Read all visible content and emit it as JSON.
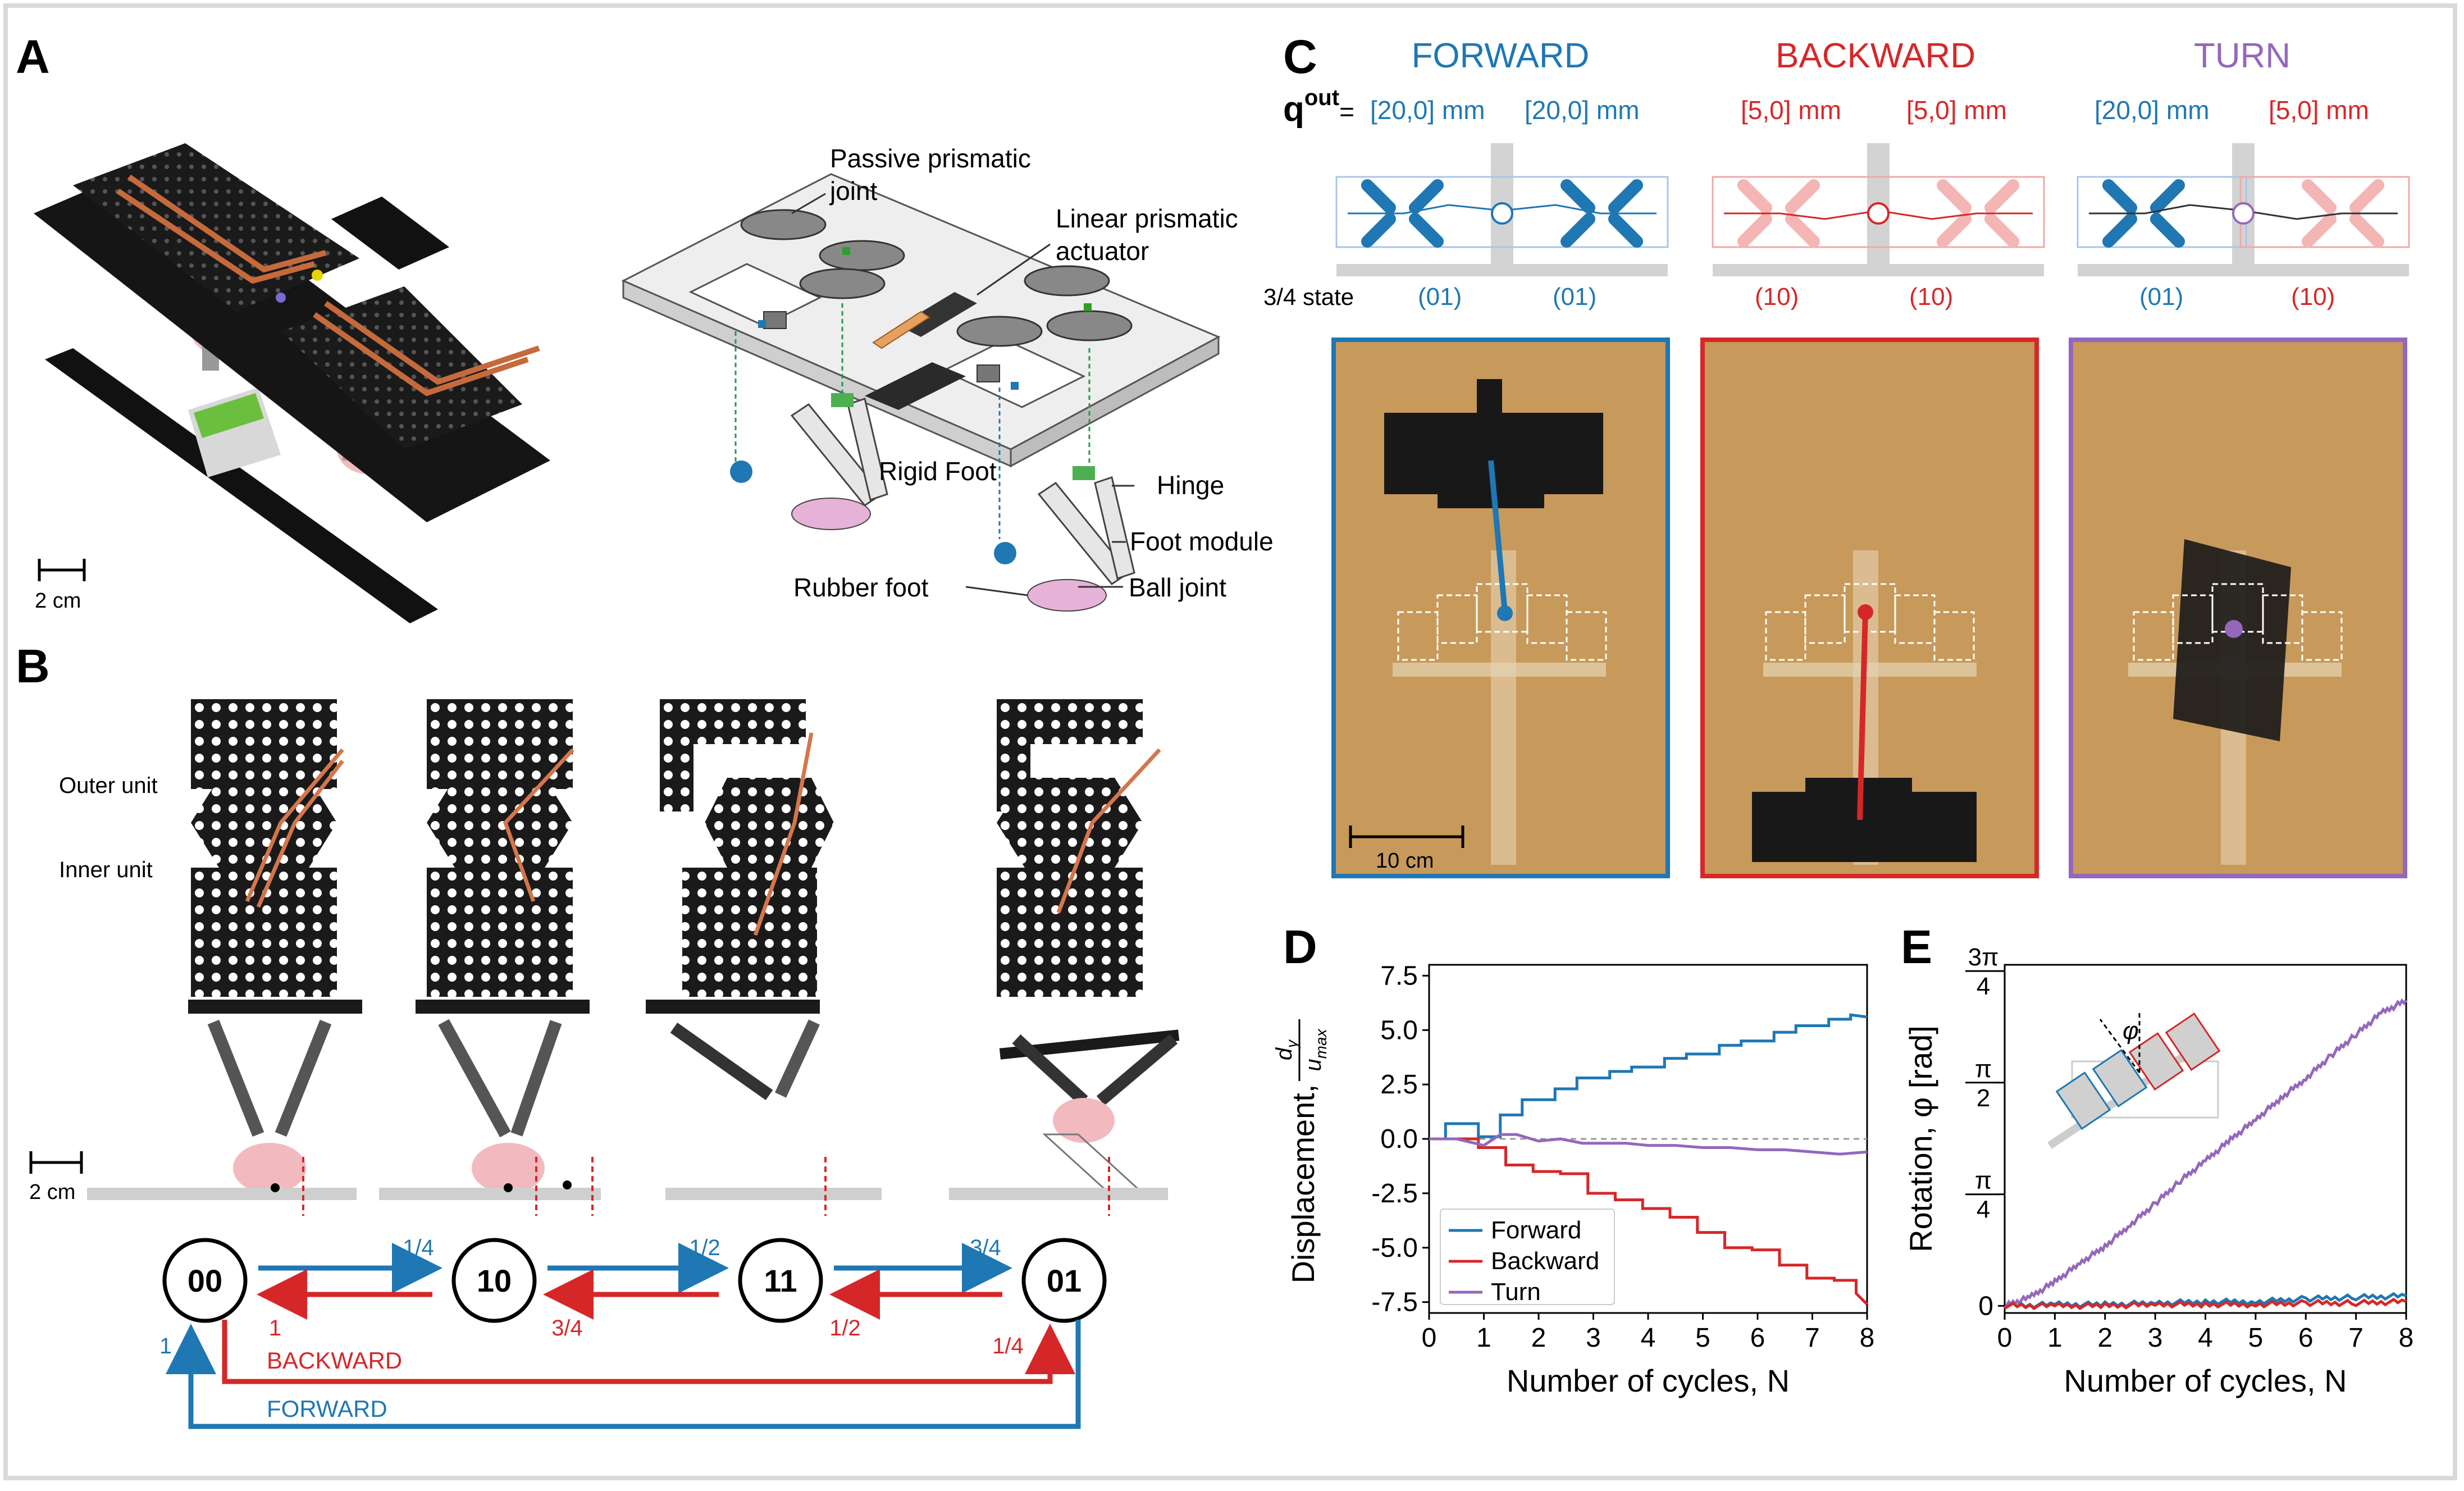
{
  "panels": {
    "A": "A",
    "B": "B",
    "C": "C",
    "D": "D",
    "E": "E"
  },
  "colors": {
    "forward": "#1f77b4",
    "backward": "#d62728",
    "turn": "#9467bd",
    "gray": "#c9c9c9",
    "bg_photo": "#c99a52"
  },
  "panelA": {
    "scale_label": "2 cm",
    "labels": {
      "passive": "Passive prismatic joint",
      "actuator": "Linear prismatic actuator",
      "rigid_foot": "Rigid Foot",
      "hinge": "Hinge",
      "foot_module": "Foot module",
      "rubber_foot": "Rubber foot",
      "ball_joint": "Ball joint"
    }
  },
  "panelB": {
    "outer": "Outer unit",
    "inner": "Inner unit",
    "scale_label": "2 cm",
    "states": [
      "00",
      "10",
      "11",
      "01"
    ],
    "forward_labels": [
      "1/4",
      "1/2",
      "3/4",
      "1"
    ],
    "backward_labels": [
      "1",
      "3/4",
      "1/2",
      "1/4"
    ],
    "forward_text": "FORWARD",
    "backward_text": "BACKWARD"
  },
  "panelC": {
    "titles": [
      "FORWARD",
      "BACKWARD",
      "TURN"
    ],
    "qout_symbol": "q",
    "qout_sup": "out",
    "qout_eq": "=",
    "forward_q": [
      "[20,0] mm",
      "[20,0]  mm"
    ],
    "backward_q": [
      "[5,0] mm",
      "[5,0] mm"
    ],
    "turn_q": [
      "[20,0] mm",
      "[5,0] mm"
    ],
    "state_label": "3/4 state",
    "forward_states": [
      "(01)",
      "(01)"
    ],
    "backward_states": [
      "(10)",
      "(10)"
    ],
    "turn_states": [
      "(01)",
      "(10)"
    ],
    "scale_label": "10 cm"
  },
  "chart_data": [
    {
      "type": "line",
      "panel": "D",
      "xlabel": "Number of cycles, N",
      "ylabel": "Displacement,",
      "ylabel_fraction": {
        "num": "d",
        "num_sub": "y",
        "den": "u",
        "den_sub": "max"
      },
      "xlim": [
        0,
        8
      ],
      "ylim": [
        -8,
        8
      ],
      "xticks": [
        0,
        1,
        2,
        3,
        4,
        5,
        6,
        7,
        8
      ],
      "yticks": [
        7.5,
        5.0,
        2.5,
        0.0,
        -2.5,
        -5.0,
        -7.5
      ],
      "ytick_labels": [
        "7.5",
        "5.0",
        "2.5",
        "0.0",
        "-2.5",
        "-5.0",
        "-7.5"
      ],
      "legend_position": "bottom-left",
      "reference_line": 0,
      "series": [
        {
          "name": "Forward",
          "color": "#1f77b4",
          "x": [
            0,
            0.3,
            0.3,
            0.9,
            0.9,
            1.3,
            1.3,
            1.7,
            1.7,
            2.3,
            2.3,
            2.7,
            2.7,
            3.3,
            3.3,
            3.7,
            3.7,
            4.3,
            4.3,
            4.7,
            4.7,
            5.3,
            5.3,
            5.7,
            5.7,
            6.3,
            6.3,
            6.7,
            6.7,
            7.3,
            7.3,
            7.7,
            7.7,
            8.0
          ],
          "y": [
            0,
            0,
            0.7,
            0.7,
            0.1,
            0.1,
            1.1,
            1.1,
            1.8,
            1.8,
            2.3,
            2.3,
            2.8,
            2.8,
            3.1,
            3.1,
            3.3,
            3.3,
            3.7,
            3.7,
            3.9,
            3.9,
            4.3,
            4.3,
            4.5,
            4.5,
            4.9,
            4.9,
            5.2,
            5.2,
            5.5,
            5.5,
            5.7,
            5.6
          ]
        },
        {
          "name": "Backward",
          "color": "#d62728",
          "x": [
            0,
            0.9,
            0.9,
            1.4,
            1.4,
            1.9,
            1.9,
            2.4,
            2.4,
            2.9,
            2.9,
            3.4,
            3.4,
            3.9,
            3.9,
            4.4,
            4.4,
            4.9,
            4.9,
            5.4,
            5.4,
            5.9,
            5.9,
            6.4,
            6.4,
            6.9,
            6.9,
            7.4,
            7.4,
            7.8,
            7.8,
            8.0
          ],
          "y": [
            0,
            0,
            -0.4,
            -0.4,
            -1.2,
            -1.2,
            -1.5,
            -1.5,
            -1.6,
            -1.6,
            -2.5,
            -2.5,
            -2.8,
            -2.8,
            -3.2,
            -3.2,
            -3.6,
            -3.6,
            -4.3,
            -4.3,
            -5.0,
            -5.0,
            -5.1,
            -5.1,
            -5.8,
            -5.8,
            -6.4,
            -6.4,
            -6.5,
            -6.5,
            -7.1,
            -7.6
          ]
        },
        {
          "name": "Turn",
          "color": "#9467bd",
          "x": [
            0,
            0.5,
            1.0,
            1.3,
            1.6,
            2.0,
            2.4,
            2.8,
            3.2,
            3.6,
            4.0,
            4.5,
            5.0,
            5.5,
            6.0,
            6.5,
            7.0,
            7.5,
            8.0
          ],
          "y": [
            0,
            0,
            -0.3,
            0.2,
            0.2,
            -0.1,
            0.0,
            -0.2,
            -0.2,
            -0.2,
            -0.3,
            -0.3,
            -0.4,
            -0.4,
            -0.5,
            -0.5,
            -0.6,
            -0.7,
            -0.6
          ]
        }
      ]
    },
    {
      "type": "line",
      "panel": "E",
      "xlabel": "Number of cycles, N",
      "ylabel": "Rotation, φ [rad]",
      "xlim": [
        0,
        8
      ],
      "ylim": [
        -0.05,
        2.4
      ],
      "xticks": [
        0,
        1,
        2,
        3,
        4,
        5,
        6,
        7,
        8
      ],
      "ytick_values": [
        0,
        0.785,
        1.571,
        2.356
      ],
      "ytick_labels": [
        {
          "text": "0"
        },
        {
          "num": "π",
          "den": "4"
        },
        {
          "num": "π",
          "den": "2"
        },
        {
          "num": "3π",
          "den": "4"
        }
      ],
      "inset_symbol": "φ",
      "series": [
        {
          "name": "Turn",
          "color": "#9467bd",
          "x": [
            0,
            0.5,
            1,
            1.5,
            2,
            2.5,
            3,
            3.5,
            4,
            4.5,
            5,
            5.5,
            6,
            6.5,
            7,
            7.5,
            8
          ],
          "y": [
            0,
            0.06,
            0.17,
            0.3,
            0.42,
            0.57,
            0.72,
            0.88,
            1.02,
            1.17,
            1.31,
            1.46,
            1.6,
            1.76,
            1.91,
            2.06,
            2.15
          ]
        },
        {
          "name": "Forward",
          "color": "#1f77b4",
          "x": [
            0,
            1,
            2,
            3,
            4,
            5,
            6,
            7,
            8
          ],
          "y": [
            0.0,
            0.01,
            0.01,
            0.02,
            0.03,
            0.03,
            0.05,
            0.06,
            0.07
          ]
        },
        {
          "name": "Backward",
          "color": "#d62728",
          "x": [
            0,
            1,
            2,
            3,
            4,
            5,
            6,
            7,
            8
          ],
          "y": [
            0.0,
            0.0,
            0.0,
            0.01,
            0.01,
            0.01,
            0.02,
            0.02,
            0.03
          ]
        }
      ]
    }
  ]
}
